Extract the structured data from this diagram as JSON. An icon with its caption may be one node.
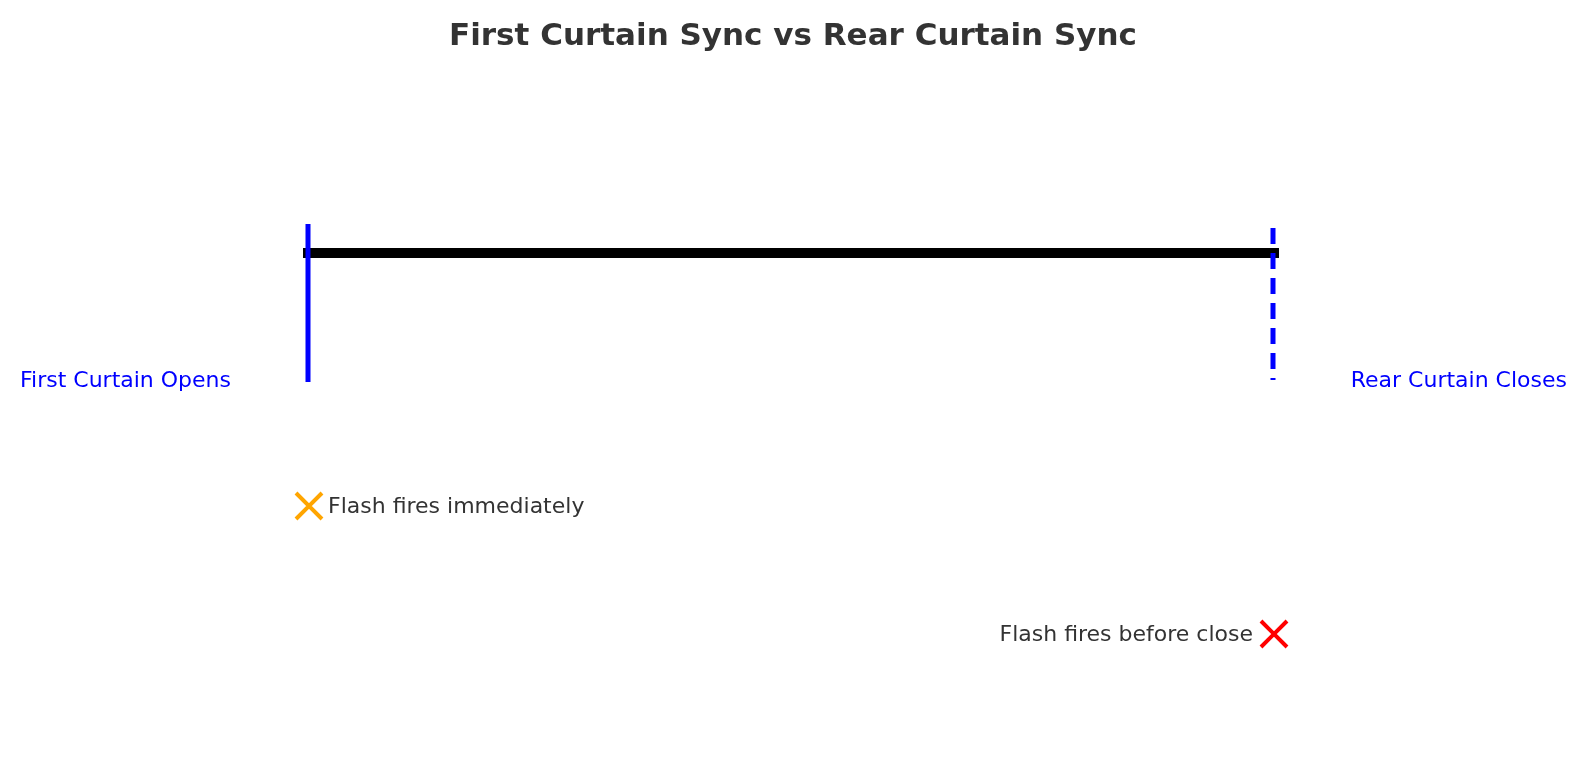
{
  "diagram": {
    "title": "First Curtain Sync vs Rear Curtain Sync",
    "labels": [
      "First Curtain Opens",
      "Rear Curtain Closes",
      "Flash fires immediately",
      "Flash fires before close"
    ]
  }
}
